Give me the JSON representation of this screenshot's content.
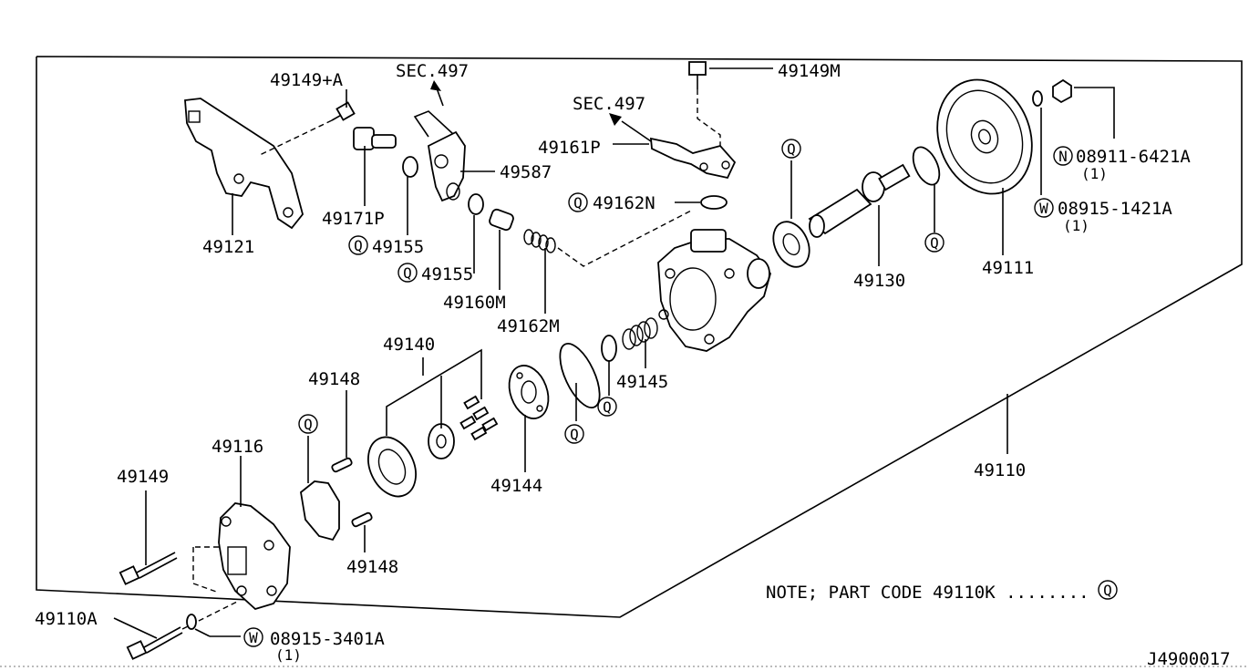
{
  "labels": {
    "p49149a": "49149+A",
    "sec497_1": "SEC.497",
    "sec497_2": "SEC.497",
    "p49149m": "49149M",
    "p49161p": "49161P",
    "p49587": "49587",
    "p49162n": "49162N",
    "p49121": "49121",
    "p49171p": "49171P",
    "p49155a": "49155",
    "p49155b": "49155",
    "p49160m": "49160M",
    "p49162m": "49162M",
    "p49130": "49130",
    "p49111": "49111",
    "p08911": "08911-6421A",
    "p08911_qty": "(1)",
    "p08915_14": "08915-1421A",
    "p08915_14_qty": "(1)",
    "p49140": "49140",
    "p49148a": "49148",
    "p49145": "49145",
    "p49144": "49144",
    "p49116": "49116",
    "p49149": "49149",
    "p49148b": "49148",
    "p49110": "49110",
    "p49110a": "49110A",
    "p08915_34": "08915-3401A",
    "p08915_34_qty": "(1)",
    "note": "NOTE; PART CODE 49110K ........",
    "diagram_code": "J4900017"
  },
  "symbols": {
    "q": "Q",
    "n": "N",
    "w": "W"
  }
}
